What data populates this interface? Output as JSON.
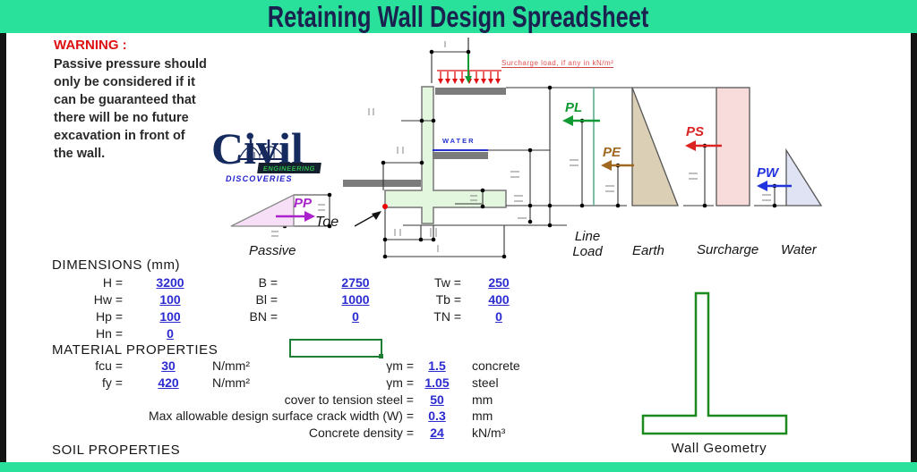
{
  "title": "Retaining Wall Design Spreadsheet",
  "warning": {
    "heading": "WARNING :",
    "lines": [
      "Passive pressure should",
      "only be considered if it",
      "can be guaranteed that",
      "there will be no future",
      "excavation in front of",
      "the wall."
    ]
  },
  "logo": {
    "name": "Civil",
    "sub1": "ENGINEERING",
    "sub2": "DISCOVERIES"
  },
  "diagram": {
    "surcharge_note": "Surcharge load, if any in kN/m²",
    "water_table_label": "WATER",
    "toe_label": "Toe",
    "forces": {
      "pp": "PP",
      "pl": "PL",
      "pe": "PE",
      "ps": "PS",
      "pw": "PW"
    },
    "pressure_labels": {
      "passive": "Passive",
      "line_1": "Line",
      "line_2": "Load",
      "earth": "Earth",
      "surcharge": "Surcharge",
      "water": "Water"
    }
  },
  "dimensions": {
    "heading": "DIMENSIONS (mm)",
    "col1": [
      {
        "label": "H =",
        "value": "3200"
      },
      {
        "label": "Hw =",
        "value": "100"
      },
      {
        "label": "Hp =",
        "value": "100"
      },
      {
        "label": "Hn =",
        "value": "0"
      }
    ],
    "col2": [
      {
        "label": "B =",
        "value": "2750"
      },
      {
        "label": "Bl =",
        "value": "1000"
      },
      {
        "label": "BN =",
        "value": "0"
      }
    ],
    "col3": [
      {
        "label": "Tw =",
        "value": "250"
      },
      {
        "label": "Tb =",
        "value": "400"
      },
      {
        "label": "TN =",
        "value": "0"
      }
    ]
  },
  "materials": {
    "heading": "MATERIAL PROPERTIES",
    "fcu": {
      "label": "fcu =",
      "value": "30",
      "unit": "N/mm²",
      "label2": "γm =",
      "value2": "1.5",
      "unit2": "concrete"
    },
    "fy": {
      "label": "fy =",
      "value": "420",
      "unit": "N/mm²",
      "label2": "γm =",
      "value2": "1.05",
      "unit2": "steel"
    },
    "cover": {
      "label": "cover to tension steel =",
      "value": "50",
      "unit": "mm"
    },
    "crack": {
      "label": "Max allowable design surface crack width (W) =",
      "value": "0.3",
      "unit": "mm"
    },
    "density": {
      "label": "Concrete density =",
      "value": "24",
      "unit": "kN/m³"
    }
  },
  "soil_heading": "SOIL PROPERTIES",
  "wall_geometry_label": "Wall Geometry",
  "colors": {
    "frame_green": "#29e19b",
    "title_navy": "#1a2350",
    "warning_red": "#dd1111",
    "value_blue": "#2b2bd0",
    "wall_fill": "#e3f6de",
    "ground_gray": "#7b7b7b",
    "earth_fill": "#dbd0b6",
    "surcharge_fill": "#f8dcdc",
    "water_fill": "#dfe3f3",
    "passive_fill": "#f7dff7",
    "pl_green": "#119933",
    "pe_brown": "#a06820",
    "ps_red": "#dd2222",
    "pw_blue": "#2233dd",
    "pp_magenta": "#aa22cc",
    "geometry_green": "#1d8a1d",
    "water_line_blue": "#2233cc"
  }
}
